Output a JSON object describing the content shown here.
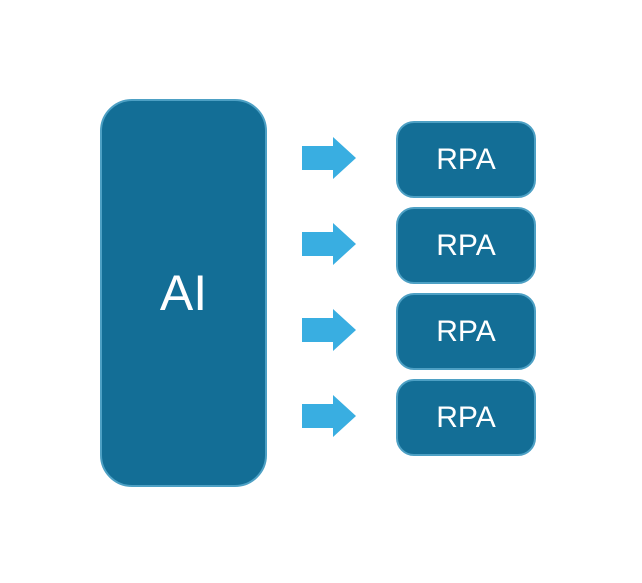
{
  "diagram": {
    "background": "#FFFFFF",
    "colors": {
      "node_fill": "#136E96",
      "node_border": "#4DA0C4",
      "arrow_fill": "#39AEE1",
      "label_color": "#FFFFFF"
    },
    "source_node": {
      "label": "AI"
    },
    "arrows": [
      {
        "icon": "right-arrow-icon"
      },
      {
        "icon": "right-arrow-icon"
      },
      {
        "icon": "right-arrow-icon"
      },
      {
        "icon": "right-arrow-icon"
      }
    ],
    "target_nodes": [
      {
        "label": "RPA"
      },
      {
        "label": "RPA"
      },
      {
        "label": "RPA"
      },
      {
        "label": "RPA"
      }
    ]
  }
}
